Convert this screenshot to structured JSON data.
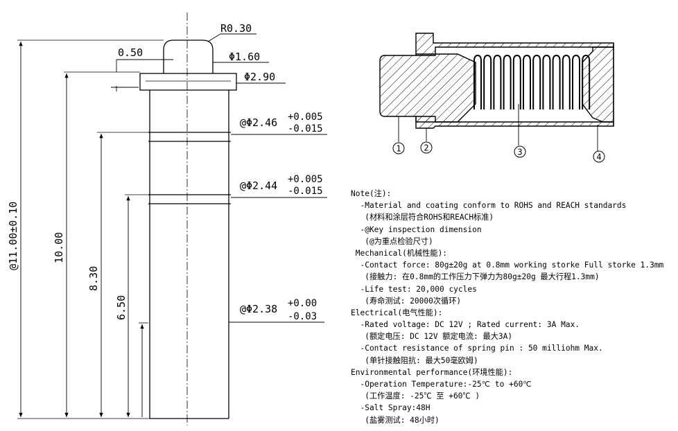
{
  "drawing": {
    "radius_label": "R0.30",
    "head_offset_label": "0.50",
    "dia_tip_label": "Φ1.60",
    "dia_flange_label": "Φ2.90",
    "key1": {
      "main": "@Φ2.46",
      "plus": "+0.005",
      "minus": "-0.015"
    },
    "key2": {
      "main": "@Φ2.44",
      "plus": "+0.005",
      "minus": "-0.015"
    },
    "key3": {
      "main": "@Φ2.38",
      "plus": "+0.00",
      "minus": "-0.03"
    },
    "len_total_label": "@11.00±0.10",
    "len_10_label": "10.00",
    "len_830_label": "8.30",
    "len_650_label": "6.50"
  },
  "section": {
    "balloons": [
      "1",
      "2",
      "3",
      "4"
    ]
  },
  "notes": [
    "Note(注):",
    "  -Material and coating conform to ROHS and REACH standards",
    "   (材料和涂层符合ROHS和REACH标准)",
    "  -@Key inspection dimension",
    "   (@为重点检验尺寸)",
    " Mechanical(机械性能):",
    "  -Contact force: 80g±20g at 0.8mm working storke Full storke 1.3mm",
    "   (接触力: 在0.8mm的工作压力下弹力为80g±20g 最大行程1.3mm)",
    "  -Life test: 20,000 cycles",
    "   (寿命测试: 20000次循环)",
    "Electrical(电气性能):",
    "  -Rated voltage: DC 12V ; Rated current: 3A Max.",
    "   (额定电压: DC 12V 额定电流: 最大3A)",
    "  -Contact resistance of spring pin : 50 milliohm Max.",
    "   (单针接触阻抗: 最大50毫欧姆)",
    "Environmental performance(环境性能):",
    "  -Operation Temperature:-25℃ to +60℃",
    "   (工作温度: -25℃ 至 +60℃ )",
    "  -Salt Spray:48H",
    "   (盐雾测试: 48小时)"
  ]
}
